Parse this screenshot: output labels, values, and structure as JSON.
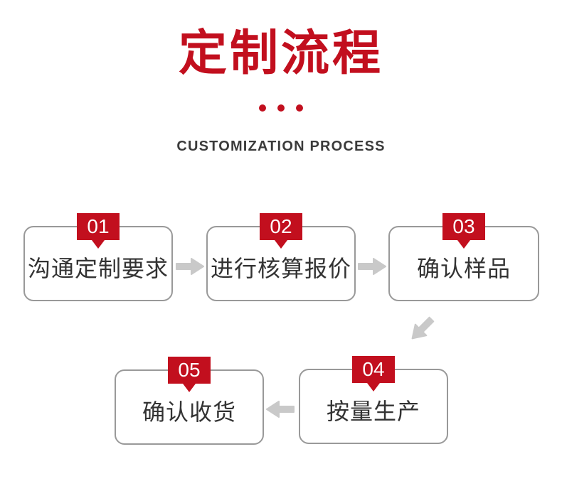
{
  "header": {
    "title": "定制流程",
    "subtitle": "CUSTOMIZATION PROCESS"
  },
  "steps": [
    {
      "number": "01",
      "label": "沟通定制要求"
    },
    {
      "number": "02",
      "label": "进行核算报价"
    },
    {
      "number": "03",
      "label": "确认样品"
    },
    {
      "number": "04",
      "label": "按量生产"
    },
    {
      "number": "05",
      "label": "确认收货"
    }
  ],
  "flow": {
    "arrows": [
      {
        "from": "01",
        "to": "02",
        "direction": "right"
      },
      {
        "from": "02",
        "to": "03",
        "direction": "right"
      },
      {
        "from": "03",
        "to": "04",
        "direction": "down-left"
      },
      {
        "from": "04",
        "to": "05",
        "direction": "left"
      }
    ]
  },
  "colors": {
    "brand_red": "#C20F1E",
    "box_border": "#999999",
    "text_dark": "#3B3B3B",
    "arrow_gray": "#C9C9C9"
  }
}
